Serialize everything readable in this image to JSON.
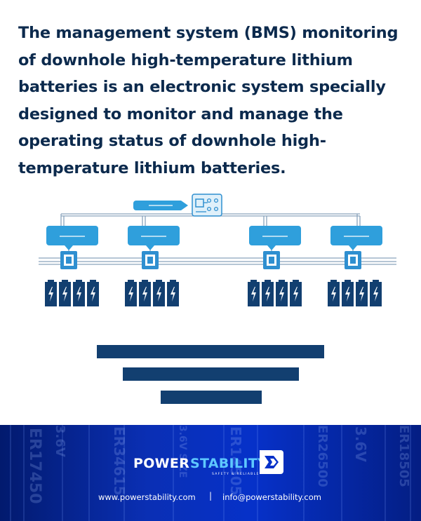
{
  "intro": "The management system (BMS) monitoring of downhole high-temperature lithium batteries is an electronic system specially designed to monitor and manage the operating status of downhole high-temperature lithium batteries.",
  "brand": {
    "word_a": "POWER",
    "word_b": "STABILITY",
    "tagline": "SAFETY & RELIABLE"
  },
  "footer": {
    "website": "www.powerstability.com",
    "separator": "|",
    "email": "info@powerstability.com"
  },
  "footer_bg_text": [
    "ER17450",
    "3.6V",
    "ER34615",
    "3.6V SIZE",
    "ER14505",
    "ER26500",
    "3.6V",
    "ER18505"
  ],
  "colors": {
    "title": "#0c2a4d",
    "bubble": "#2f9fdc",
    "chip": "#2f8fd0",
    "battery": "#123f70",
    "footer": "#0631c9",
    "brand_accent": "#5ec8ff"
  },
  "icons": {
    "controller": "circuit-board-icon",
    "module": "cpu-chip-icon",
    "cell": "battery-lightning-icon"
  }
}
